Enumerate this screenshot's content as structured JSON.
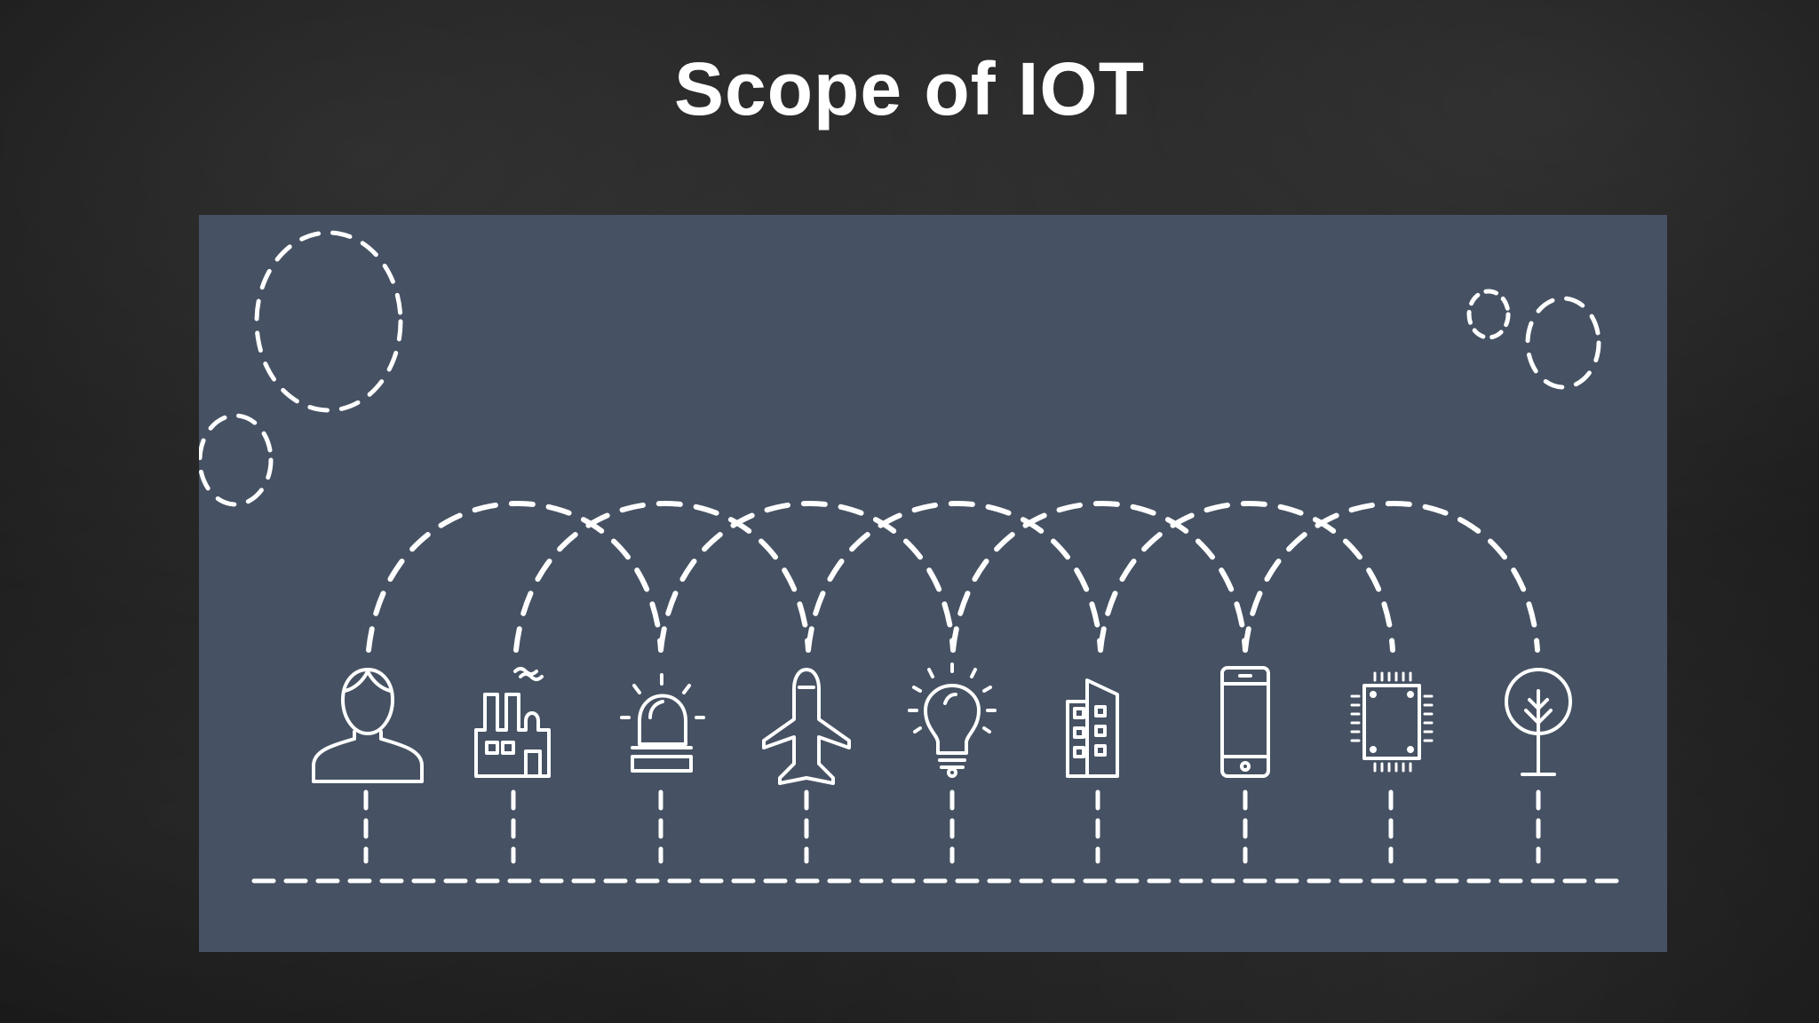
{
  "slide": {
    "title": "Scope of IOT"
  },
  "diagram": {
    "nodes": [
      {
        "id": "person",
        "icon": "person-icon"
      },
      {
        "id": "factory",
        "icon": "factory-icon"
      },
      {
        "id": "alarm",
        "icon": "alarm-light-icon"
      },
      {
        "id": "airplane",
        "icon": "airplane-icon"
      },
      {
        "id": "lightbulb",
        "icon": "lightbulb-icon"
      },
      {
        "id": "building",
        "icon": "building-icon"
      },
      {
        "id": "smartphone",
        "icon": "smartphone-icon"
      },
      {
        "id": "chip",
        "icon": "microchip-icon"
      },
      {
        "id": "tree",
        "icon": "tree-icon"
      }
    ],
    "connections": [
      [
        "person",
        "alarm"
      ],
      [
        "factory",
        "airplane"
      ],
      [
        "alarm",
        "lightbulb"
      ],
      [
        "airplane",
        "building"
      ],
      [
        "lightbulb",
        "smartphone"
      ],
      [
        "building",
        "chip"
      ],
      [
        "smartphone",
        "tree"
      ]
    ],
    "colors": {
      "panel": "#465263",
      "stroke": "#ffffff"
    }
  }
}
